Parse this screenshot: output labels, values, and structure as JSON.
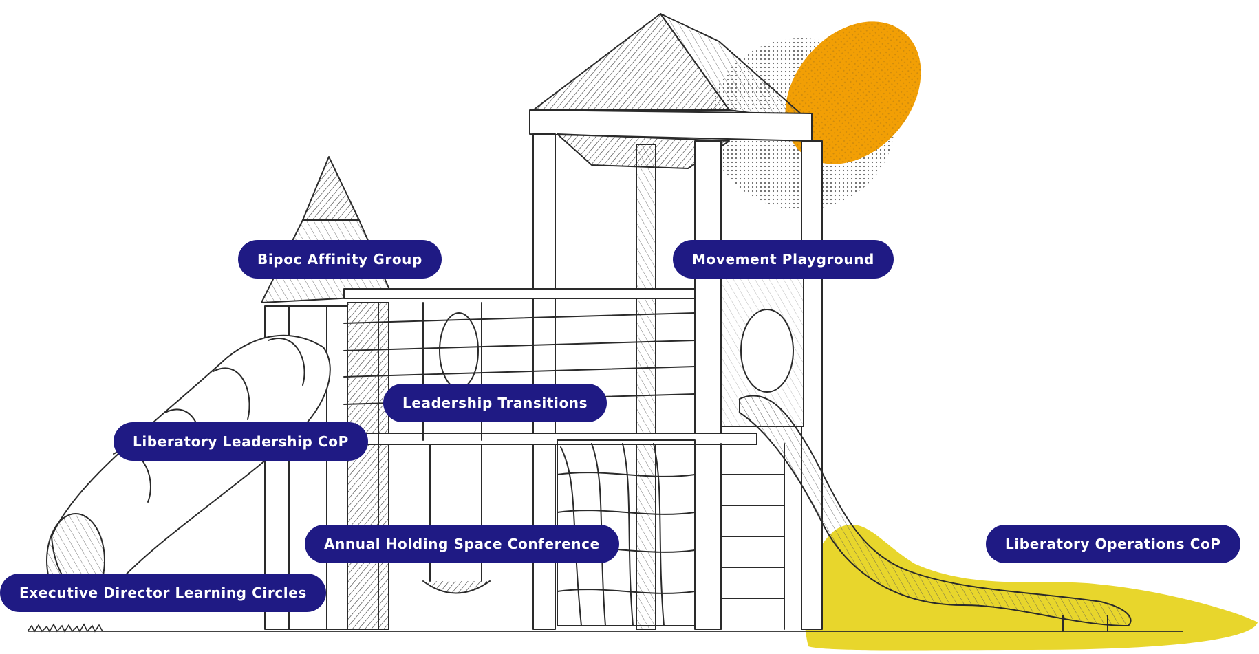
{
  "programs": {
    "bipoc": "Bipoc Affinity Group",
    "movement": "Movement Playground",
    "transitions": "Leadership Transitions",
    "liberatory_leadership": "Liberatory Leadership CoP",
    "annual_conference": "Annual Holding Space Conference",
    "liberatory_operations": "Liberatory Operations CoP",
    "ed_circles": "Executive Director Learning Circles"
  },
  "colors": {
    "pill_background": "#1f1a84",
    "pill_text": "#ffffff",
    "sun_orange": "#f29f05",
    "ground_yellow": "#e8d62c",
    "ink": "#2a2a2a"
  },
  "illustration": {
    "subject": "playground structure",
    "icons": [
      "sun-icon",
      "tower-roof-icon",
      "turret-icon",
      "tube-slide-icon",
      "wavy-slide-icon",
      "swing-icon",
      "climbing-net-icon",
      "ladder-icon",
      "grass-icon"
    ]
  }
}
